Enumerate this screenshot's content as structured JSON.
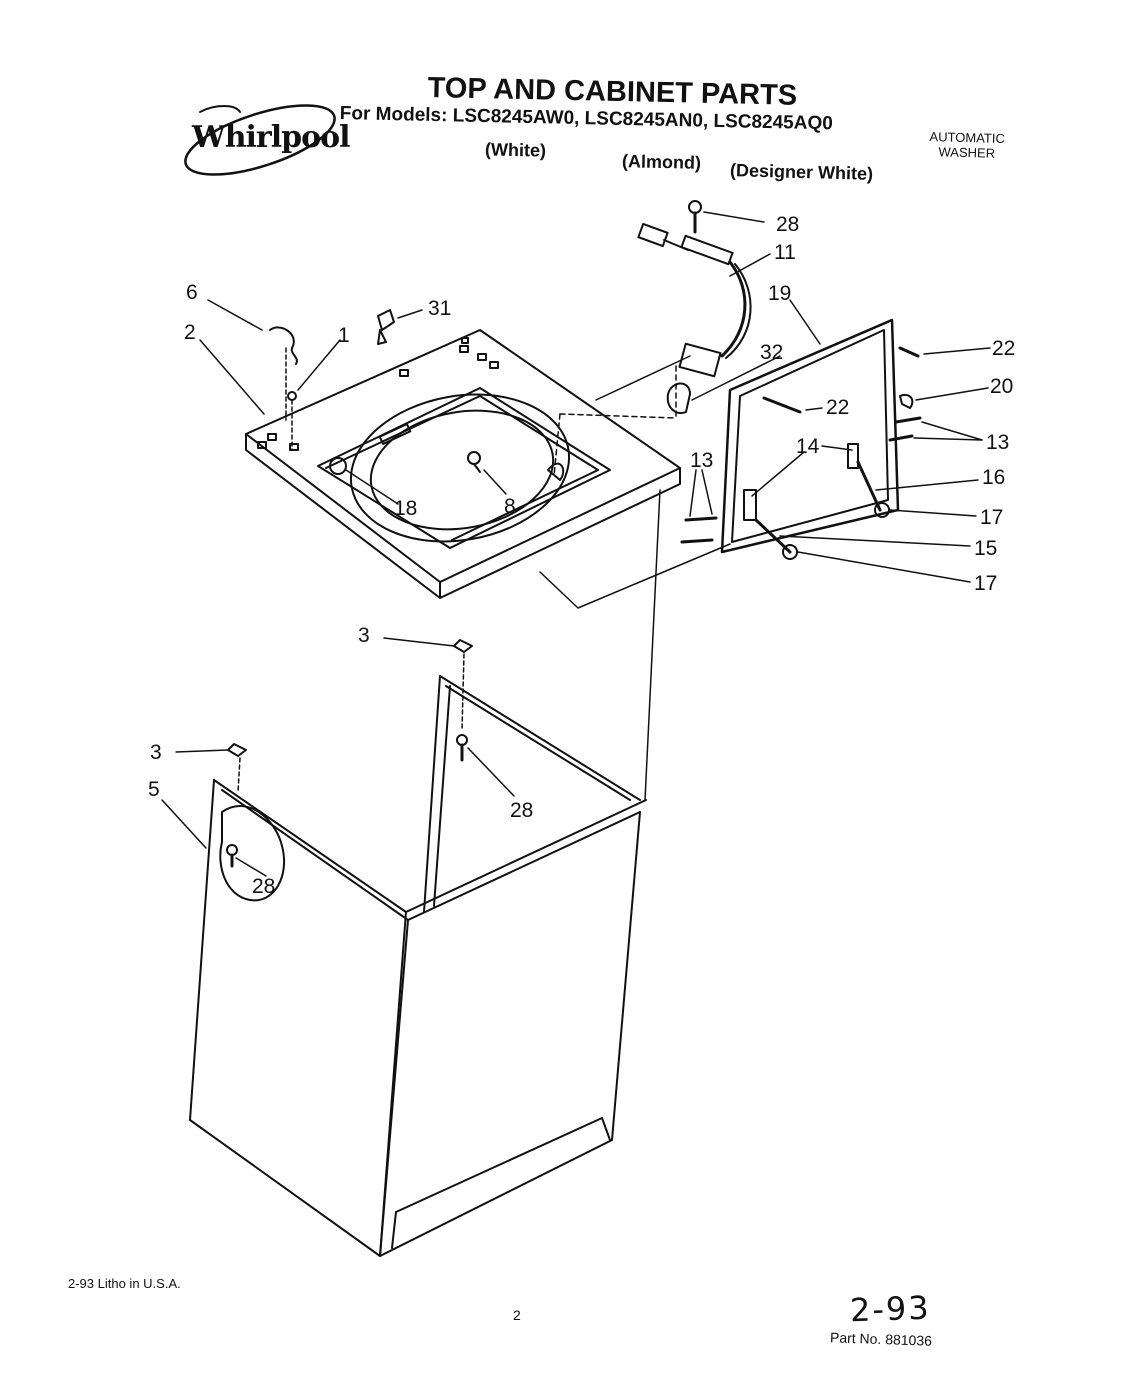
{
  "header": {
    "title": "TOP AND CABINET PARTS",
    "models_prefix": "For Models:",
    "model_numbers": "LSC8245AW0, LSC8245AN0, LSC8245AQ0",
    "color_white": "(White)",
    "color_almond": "(Almond)",
    "color_designer": "(Designer White)",
    "brand": "Whirlpool",
    "appliance_type_line1": "AUTOMATIC",
    "appliance_type_line2": "WASHER"
  },
  "callouts": {
    "c28_top": "28",
    "c11": "11",
    "c19": "19",
    "c6": "6",
    "c31": "31",
    "c2": "2",
    "c1": "1",
    "c32": "32",
    "c22_a": "22",
    "c20": "20",
    "c22_b": "22",
    "c14": "14",
    "c13_a": "13",
    "c13_b": "13",
    "c16": "16",
    "c8": "8",
    "c18": "18",
    "c17_a": "17",
    "c15": "15",
    "c17_b": "17",
    "c3_a": "3",
    "c3_b": "3",
    "c5": "5",
    "c28_mid": "28",
    "c28_low": "28"
  },
  "footer": {
    "litho": "2-93 Litho in U.S.A.",
    "page": "2",
    "handwritten_date": "2-93",
    "part_number": "Part No. 881036"
  },
  "colors": {
    "ink": "#111111",
    "paper": "#ffffff"
  }
}
